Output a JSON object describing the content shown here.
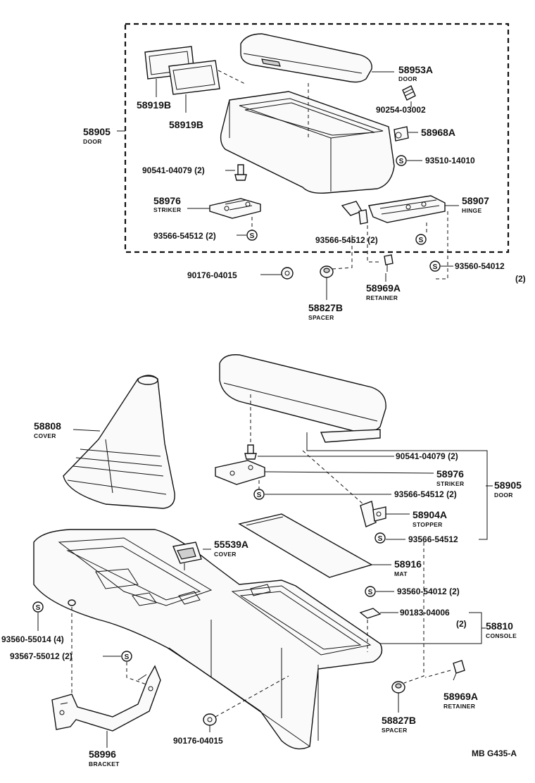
{
  "drawing_code": "MB  G435-A",
  "top_group": {
    "labels": {
      "door_58953A": {
        "part": "58953A",
        "name": "DOOR"
      },
      "screw_90254": {
        "part": "90254-03002"
      },
      "part_58968A": {
        "part": "58968A"
      },
      "s_93510": {
        "part": "93510-14010",
        "symbol": "S"
      },
      "mat_58919B_1": {
        "part": "58919B"
      },
      "mat_58919B_2": {
        "part": "58919B"
      },
      "door_58905": {
        "part": "58905",
        "name": "DOOR"
      },
      "pin_90541": {
        "part": "90541-04079 (2)"
      },
      "striker_58976": {
        "part": "58976",
        "name": "STRIKER"
      },
      "screw_93566_a": {
        "part": "93566-54512 (2)",
        "symbol": "S"
      },
      "hinge_58907": {
        "part": "58907",
        "name": "HINGE"
      },
      "screw_93566_b": {
        "part": "93566-54512 (2)",
        "symbol": "S"
      },
      "clip_90176": {
        "part": "90176-04015"
      },
      "spacer_58827B": {
        "part": "58827B",
        "name": "SPACER"
      },
      "retainer_58969A": {
        "part": "58969A",
        "name": "RETAINER"
      },
      "screw_93560": {
        "part": "93560-54012",
        "qty": "(2)",
        "symbol": "S"
      }
    }
  },
  "bottom_group": {
    "labels": {
      "cover_58808": {
        "part": "58808",
        "name": "COVER"
      },
      "pin_90541": {
        "part": "90541-04079 (2)"
      },
      "striker_58976": {
        "part": "58976",
        "name": "STRIKER"
      },
      "door_58905": {
        "part": "58905",
        "name": "DOOR"
      },
      "screw_93566_a": {
        "part": "93566-54512 (2)",
        "symbol": "S"
      },
      "stopper_58904A": {
        "part": "58904A",
        "name": "STOPPER"
      },
      "screw_93566_b": {
        "part": "93566-54512",
        "symbol": "S"
      },
      "cover_55539A": {
        "part": "55539A",
        "name": "COVER"
      },
      "mat_58916": {
        "part": "58916",
        "name": "MAT"
      },
      "screw_93560_54012": {
        "part": "93560-54012 (2)",
        "symbol": "S"
      },
      "clip_90183": {
        "part": "90183-04006",
        "qty": "(2)"
      },
      "console_58810": {
        "part": "58810",
        "name": "CONSOLE"
      },
      "screw_93560_55014": {
        "part": "93560-55014 (4)",
        "symbol": "S"
      },
      "screw_93567": {
        "part": "93567-55012 (2)",
        "symbol": "S"
      },
      "retainer_58969A": {
        "part": "58969A",
        "name": "RETAINER"
      },
      "spacer_58827B": {
        "part": "58827B",
        "name": "SPACER"
      },
      "bracket_58996": {
        "part": "58996",
        "name": "BRACKET"
      },
      "clip_90176": {
        "part": "90176-04015"
      }
    }
  }
}
